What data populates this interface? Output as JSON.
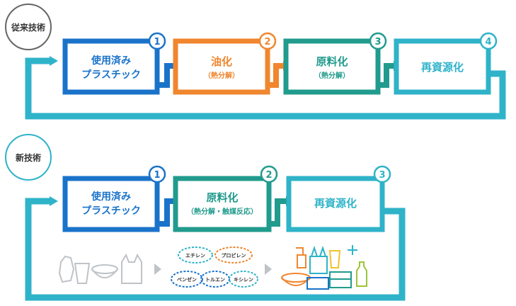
{
  "sections": {
    "conventional": {
      "label": "従来技術",
      "steps": [
        {
          "num": "1",
          "line1": "使用済み",
          "line2": "プラスチック",
          "color": "#1a73c9"
        },
        {
          "num": "2",
          "line1": "油化",
          "line2": "（熱分解）",
          "color": "#f0862e"
        },
        {
          "num": "3",
          "line1": "原料化",
          "line2": "（熱分解）",
          "color": "#219b8d"
        },
        {
          "num": "4",
          "line1": "再資源化",
          "line2": "",
          "color": "#2fb3c9"
        }
      ]
    },
    "new": {
      "label": "新技術",
      "steps": [
        {
          "num": "1",
          "line1": "使用済み",
          "line2": "プラスチック",
          "color": "#1a73c9"
        },
        {
          "num": "2",
          "line1": "原料化",
          "line2": "（熱分解・触媒反応）",
          "color": "#219b8d"
        },
        {
          "num": "3",
          "line1": "再資源化",
          "line2": "",
          "color": "#2fb3c9"
        }
      ],
      "chemicals": [
        "エチレン",
        "プロピレン",
        "ベンゼン",
        "トルエン",
        "キシレン"
      ]
    }
  },
  "colors": {
    "blue": "#1a73c9",
    "orange": "#f0862e",
    "teal": "#219b8d",
    "cyan": "#2fb3c9",
    "icon_gray": "#bfc3c7"
  }
}
